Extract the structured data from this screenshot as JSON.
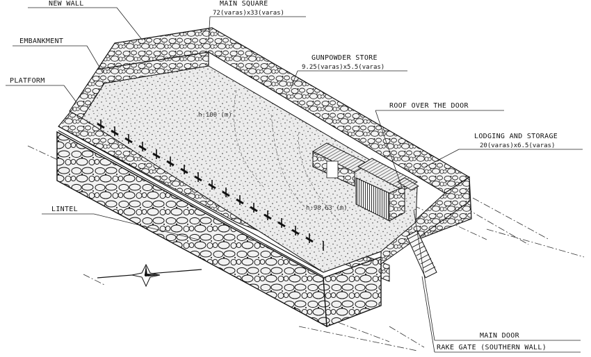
{
  "labels": {
    "new_wall": "NEW WALL",
    "main_square": "MAIN SQUARE",
    "main_square_dims": "72(varas)x33(varas)",
    "embankment": "EMBANKMENT",
    "platform": "PLATFORM",
    "gunpowder_store": "GUNPOWDER STORE",
    "gunpowder_store_dims": "9.25(varas)x5.5(varas)",
    "roof_over_door": "ROOF OVER THE DOOR",
    "lodging_storage": "LODGING AND STORAGE",
    "lodging_storage_dims": "20(varas)x6.5(varas)",
    "lintel": "LINTEL",
    "main_door": "MAIN DOOR",
    "rake_gate": "RAKE GATE (SOUTHERN WALL)"
  },
  "elevations": {
    "upper": "h:100 (m)",
    "lower": "h:98.63 (m)"
  },
  "icons": {
    "compass": "compass-rose-icon"
  }
}
